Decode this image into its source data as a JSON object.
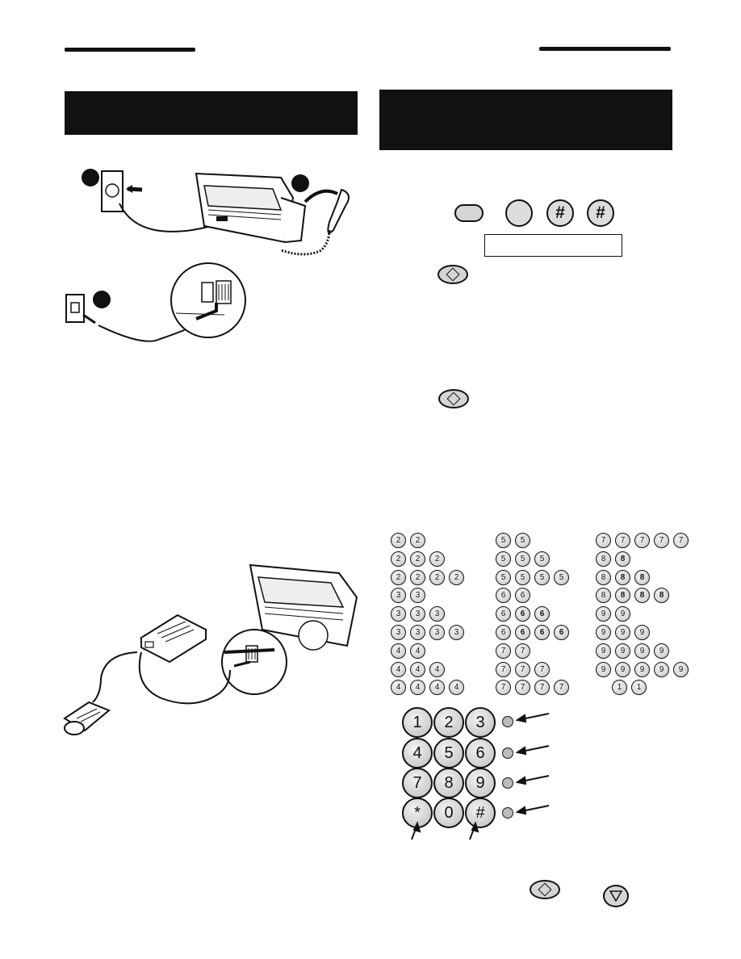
{
  "page": {
    "header_rule_left": "",
    "header_rule_right": "",
    "left_banner_title": "",
    "right_banner_title": "",
    "lcd_display_text": ""
  },
  "keys_top": [
    "",
    "",
    "#",
    "#"
  ],
  "sequences": {
    "col1": [
      [
        "2",
        "2"
      ],
      [
        "2",
        "2",
        "2"
      ],
      [
        "2",
        "2",
        "2",
        "2"
      ],
      [
        "3",
        "3"
      ],
      [
        "3",
        "3",
        "3"
      ],
      [
        "3",
        "3",
        "3",
        "3"
      ],
      [
        "4",
        "4"
      ],
      [
        "4",
        "4",
        "4"
      ],
      [
        "4",
        "4",
        "4",
        "4"
      ]
    ],
    "col2": [
      [
        "5",
        "5"
      ],
      [
        "5",
        "5",
        "5"
      ],
      [
        "5",
        "5",
        "5",
        "5"
      ],
      [
        "6",
        "6"
      ],
      [
        "6",
        "6",
        "6"
      ],
      [
        "6",
        "6",
        "6",
        "6"
      ],
      [
        "7",
        "7"
      ],
      [
        "7",
        "7",
        "7"
      ],
      [
        "7",
        "7",
        "7",
        "7"
      ]
    ],
    "col3": [
      [
        "7",
        "7",
        "7",
        "7",
        "7"
      ],
      [
        "8",
        "8"
      ],
      [
        "8",
        "8",
        "8"
      ],
      [
        "8",
        "8",
        "8",
        "8"
      ],
      [
        "9",
        "9"
      ],
      [
        "9",
        "9",
        "9"
      ],
      [
        "9",
        "9",
        "9",
        "9"
      ],
      [
        "9",
        "9",
        "9",
        "9",
        "9"
      ],
      [
        "1",
        "1"
      ]
    ]
  },
  "keypad": [
    "1",
    "2",
    "3",
    "4",
    "5",
    "6",
    "7",
    "8",
    "9",
    "*",
    "0",
    "#"
  ],
  "icons": {
    "start": "start-diamond-icon",
    "stop": "stop-triangle-icon"
  }
}
